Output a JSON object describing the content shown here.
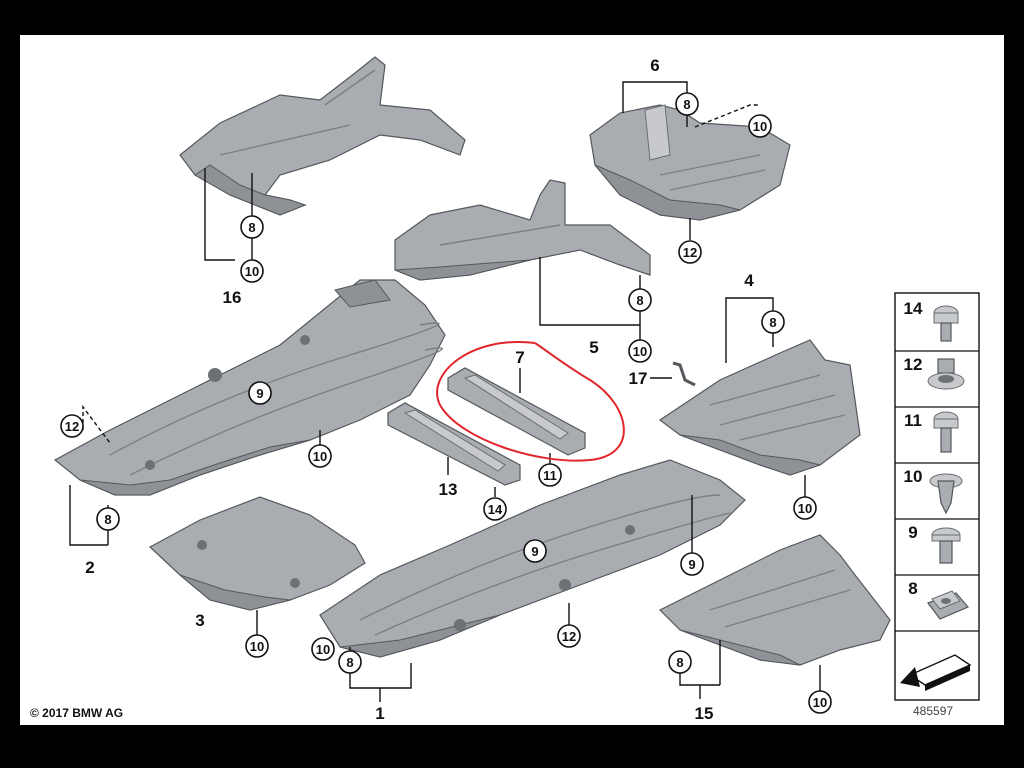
{
  "copyright": "© 2017 BMW AG",
  "diagram_number": "485597",
  "legend": [
    "14",
    "12",
    "11",
    "10",
    "9",
    "8"
  ],
  "labels": {
    "p1": "1",
    "p2": "2",
    "p3": "3",
    "p4": "4",
    "p5": "5",
    "p6": "6",
    "p7": "7",
    "p13": "13",
    "p15": "15",
    "p16": "16",
    "p17": "17"
  },
  "callouts": {
    "c16_8": "8",
    "c16_10": "10",
    "c6_8": "8",
    "c6_10": "10",
    "c6_12": "12",
    "c5_8": "8",
    "c5_10": "10",
    "c4_8": "8",
    "c4_10": "10",
    "c2_9": "9",
    "c2_12": "12",
    "c2_10": "10",
    "c2_8": "8",
    "c3_10": "10",
    "c7_11": "11",
    "c13_14": "14",
    "c1_9": "9",
    "c1_12": "12",
    "c1_10": "10",
    "c1_8": "8",
    "c17_9": "9",
    "c15_8": "8",
    "c15_10": "10"
  },
  "colors": {
    "highlight": "#e0262b",
    "part_fill": "#a9acb1",
    "ink": "#111111"
  }
}
